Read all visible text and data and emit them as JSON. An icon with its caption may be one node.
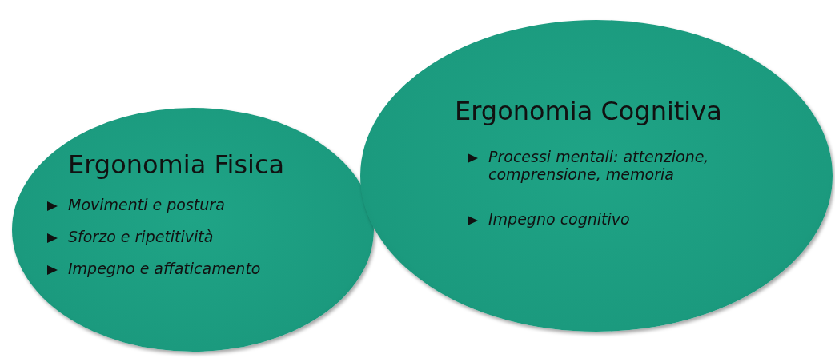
{
  "diagram": {
    "nodes": [
      {
        "text": [
          "Ergonomia Fisica",
          "Movimenti e postura",
          "Sforzo e ripetitività",
          "Impegno e affaticamento"
        ]
      },
      {
        "text": [
          "Ergonomia Cognitiva",
          "Processi mentali: attenzione, comprensione, memoria",
          "Impegno cognitivo"
        ]
      }
    ],
    "edges": []
  }
}
